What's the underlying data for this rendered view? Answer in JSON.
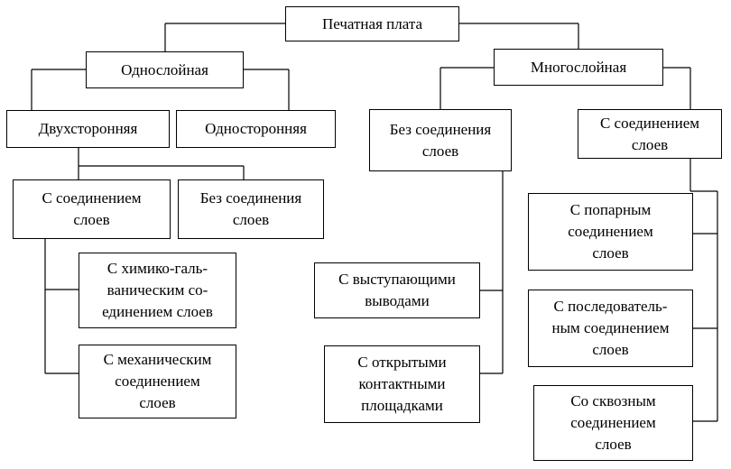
{
  "nodes": {
    "root": "Печатная плата",
    "single_layer": "Однослойная",
    "multi_layer": "Многослойная",
    "double_sided": "Двухсторонняя",
    "one_sided": "Односторонняя",
    "no_layer_conn_ml": "Без соединения\nслоев",
    "with_layer_conn_ml": "С соединением\nслоев",
    "with_layer_conn_ds": "С соединением\nслоев",
    "no_layer_conn_ds": "Без соединения\nслоев",
    "chem_galv": "С химико-галь-\nваническим со-\nединением слоев",
    "mechanical": "С механическим\nсоединением\nслоев",
    "protruding_leads": "С выступающими\nвыводами",
    "open_pads": "С открытыми\nконтактными\nплощадками",
    "pairwise": "С попарным\nсоединением\nслоев",
    "sequential": "С последователь-\nным соединением\nслоев",
    "through": "Со сквозным\nсоединением\nслоев"
  }
}
